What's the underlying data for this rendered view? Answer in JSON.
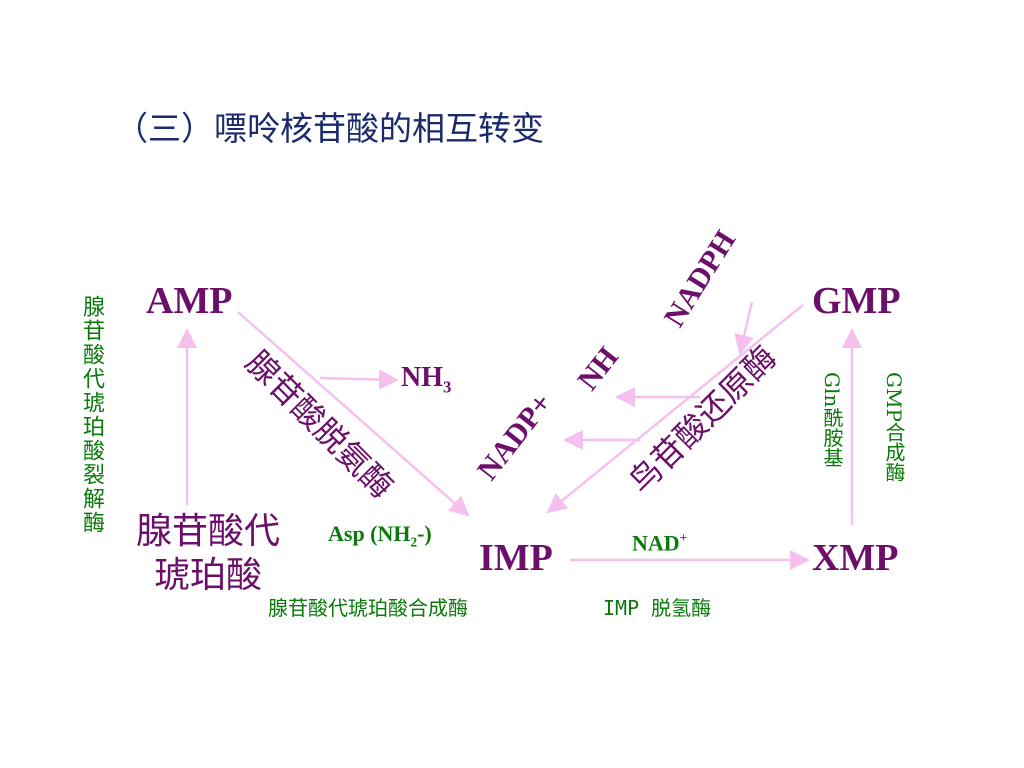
{
  "title": "（三）嘌呤核苷酸的相互转变",
  "nodes": {
    "amp": "AMP",
    "gmp": "GMP",
    "imp": "IMP",
    "xmp": "XMP",
    "adenylosuccinate_line1": "腺苷酸代",
    "adenylosuccinate_line2": "琥珀酸"
  },
  "enzymes": {
    "adenylosuccinate_lyase": "腺苷酸代琥珀酸裂解酶",
    "amp_deaminase": "腺苷酸脱氨酶",
    "gmp_reductase": "鸟苷酸还原酶",
    "adenylosuccinate_synthetase": "腺苷酸代琥珀酸合成酶",
    "imp_dehydrogenase": "IMP 脱氢酶",
    "gmp_synthetase": "GMP合成酶",
    "gln_amide": "Gln酰胺基"
  },
  "cofactors": {
    "nh3_base": "NH",
    "nh3_sub": "3",
    "nadph": "NADPH",
    "nadp_plus": "NADP+",
    "nh_right": "NH",
    "asp_prefix": "Asp (NH",
    "asp_sub": "2",
    "asp_suffix": "-)",
    "nad_base": "NAD",
    "nad_sup": "+"
  },
  "colors": {
    "node": "#6b0f6b",
    "enzyme_green": "#0a7a0a",
    "arrow": "#f4c0ee",
    "title": "#1b2a6b"
  }
}
